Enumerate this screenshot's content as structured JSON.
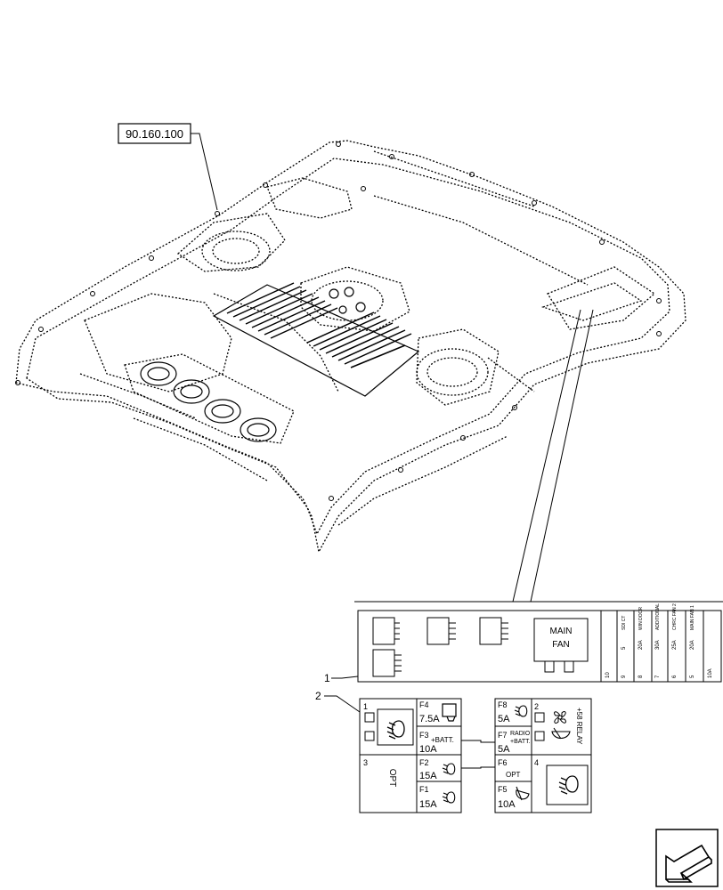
{
  "reference_label": "90.160.100",
  "callouts": {
    "one": "1",
    "two": "2"
  },
  "relay_panel": {
    "main_fan_line1": "MAIN",
    "main_fan_line2": "FAN",
    "fuse_column": [
      {
        "num": "10",
        "amp": "",
        "label": ""
      },
      {
        "num": "9",
        "amp": "5",
        "label": "SDI CT"
      },
      {
        "num": "8",
        "amp": "20A",
        "label": "WIN DOOR"
      },
      {
        "num": "7",
        "amp": "30A",
        "label": "ADDITIONAL"
      },
      {
        "num": "6",
        "amp": "25A",
        "label": "CHRC FAN 2"
      },
      {
        "num": "5",
        "amp": "20A",
        "label": "MAIN FAN 1"
      },
      {
        "num": "10A",
        "amp": "",
        "label": ""
      }
    ]
  },
  "fuse_panel": {
    "cells": {
      "c1": "1",
      "c2": "2",
      "c3": "3",
      "c4": "4",
      "opt_left": "OPT",
      "f4_name": "F4",
      "f4_amp": "7.5A",
      "f3_name": "F3",
      "f3_note": "+BATT.",
      "f3_amp": "10A",
      "f2_name": "F2",
      "f2_amp": "15A",
      "f1_name": "F1",
      "f1_amp": "15A",
      "f8_name": "F8",
      "f8_amp": "5A",
      "f7_name": "F7",
      "f7_note1": "RADIO",
      "f7_note2": "+BATT.",
      "f7_amp": "5A",
      "f6_name": "F6",
      "f6_note": "OPT",
      "f5_name": "F5",
      "f5_amp": "10A",
      "relay_vertical": "+58 RELAY"
    }
  },
  "icons": [
    "headlamp-icon",
    "fan-icon",
    "wiper-icon",
    "work-lamp-icon",
    "navigation-arrow-icon"
  ]
}
